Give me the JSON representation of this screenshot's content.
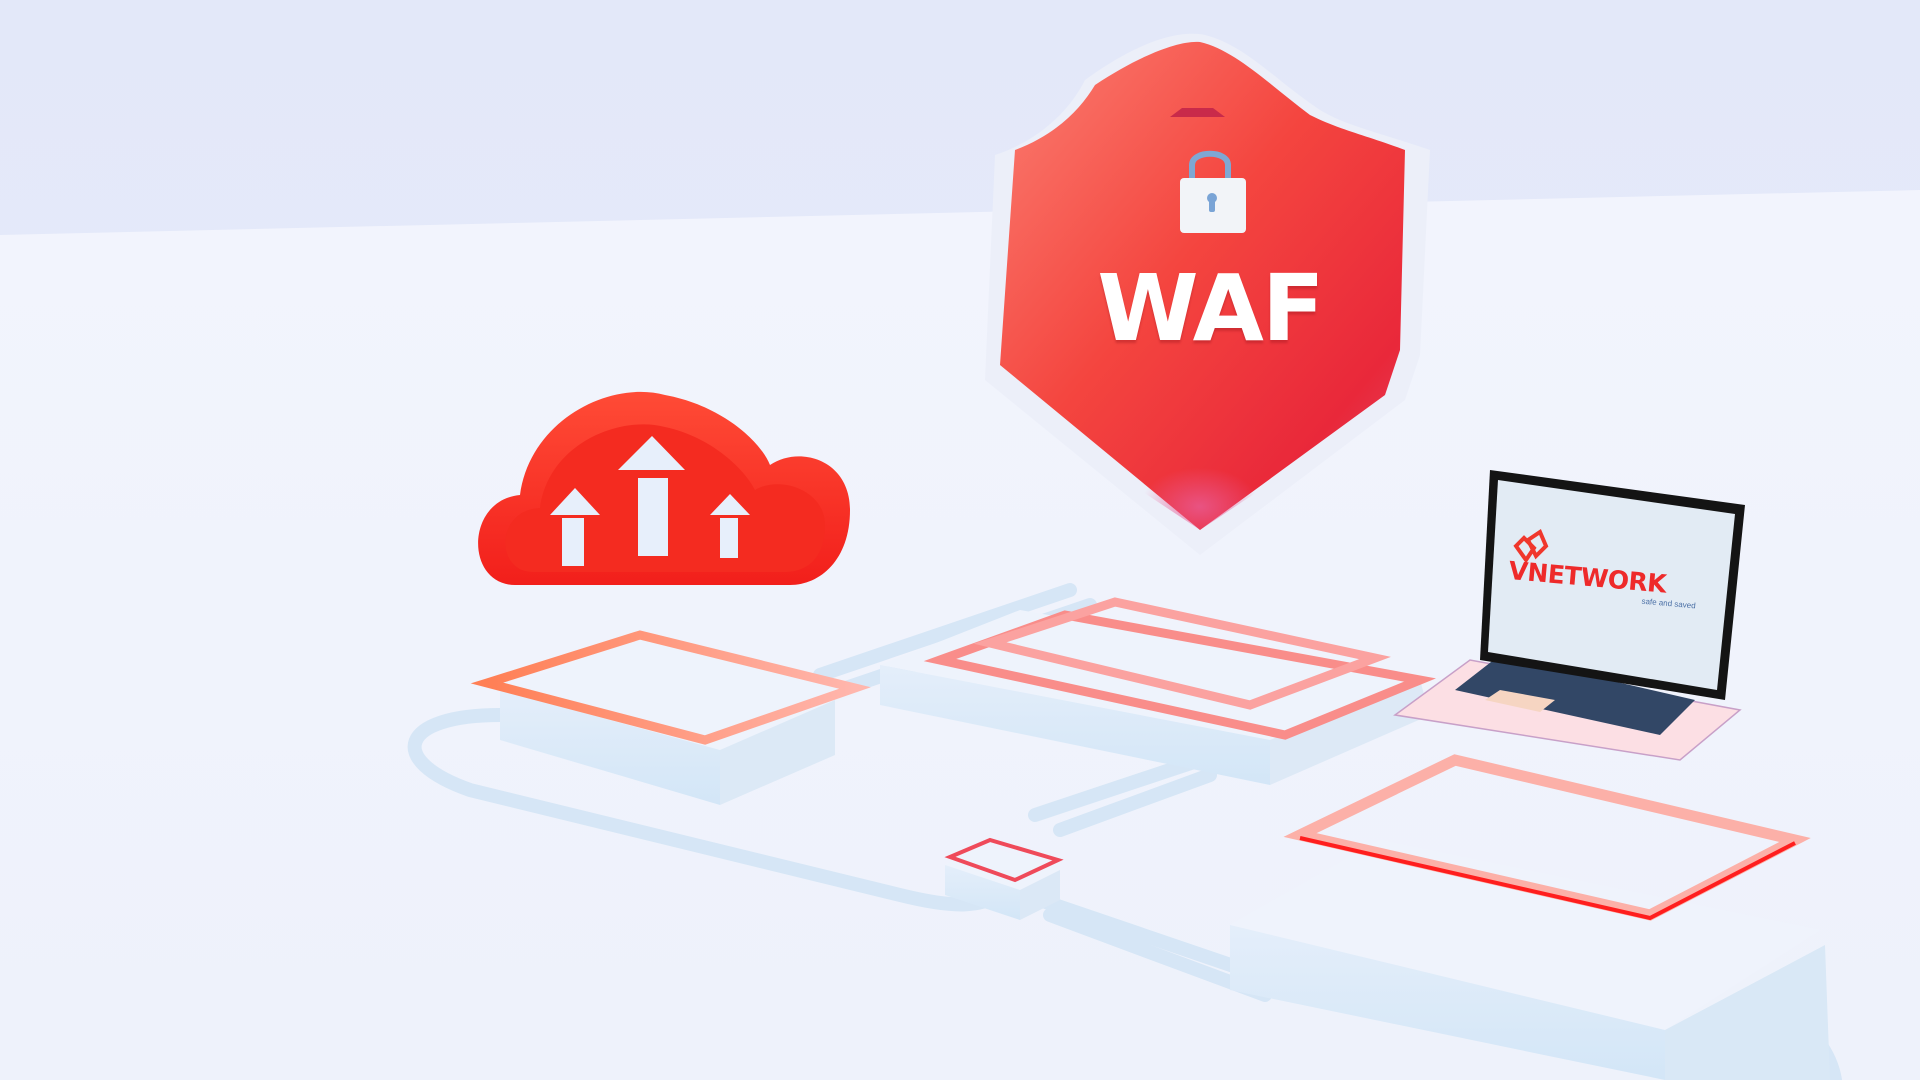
{
  "scene": {
    "description": "3D illustration of a Web Application Firewall protecting a network",
    "colors": {
      "background_top": "#e5eafa",
      "background_floor": "#f0f3fc",
      "accent_red": "#f0282a",
      "platform_blue": "#d8e8f6"
    }
  },
  "shield": {
    "label": "WAF",
    "icon": "padlock-icon"
  },
  "cloud": {
    "icon": "cloud-upload-icon",
    "arrows": 3
  },
  "laptop": {
    "screen": {
      "brand_name": "VNETWORK",
      "tagline": "safe and saved",
      "logo_icon": "vnetwork-logo-icon"
    }
  }
}
